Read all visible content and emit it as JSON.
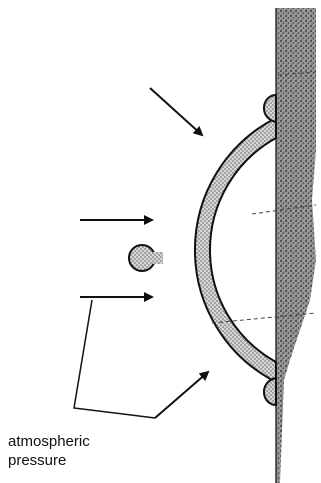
{
  "diagram": {
    "label_line1": "atmospheric",
    "label_line2": "pressure",
    "colors": {
      "ink": "#111111",
      "wall": "#8a8a8a",
      "hemisphere_fill": "#c4c4c4"
    },
    "arrow_count": 4,
    "pointer_lines": 2
  }
}
